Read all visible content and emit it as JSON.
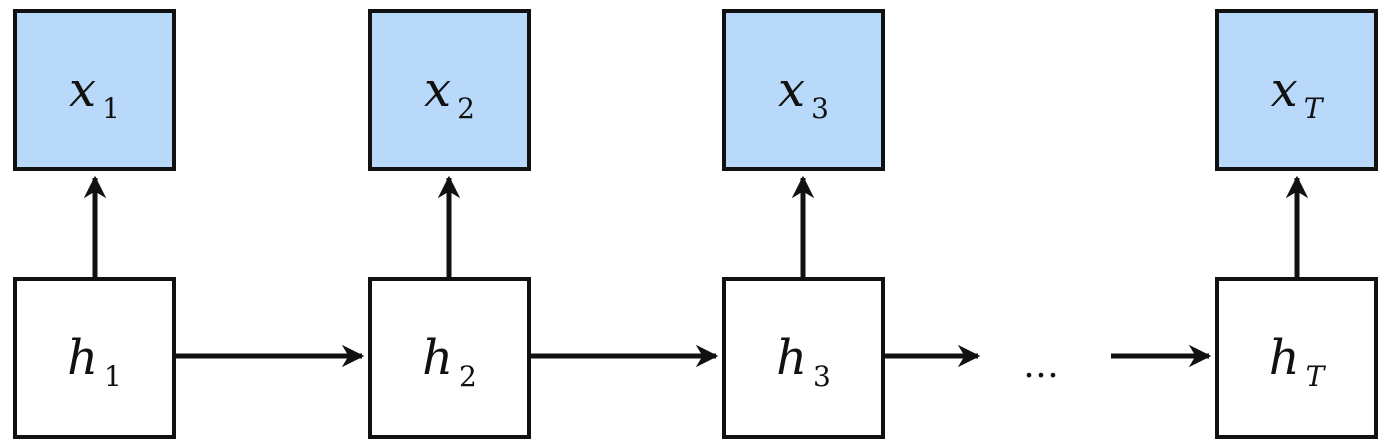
{
  "observations": [
    {
      "symbol": "x",
      "subscript": "1"
    },
    {
      "symbol": "x",
      "subscript": "2"
    },
    {
      "symbol": "x",
      "subscript": "3"
    },
    {
      "symbol": "x",
      "subscript": "T"
    }
  ],
  "hidden_states": [
    {
      "symbol": "h",
      "subscript": "1"
    },
    {
      "symbol": "h",
      "subscript": "2"
    },
    {
      "symbol": "h",
      "subscript": "3"
    },
    {
      "symbol": "h",
      "subscript": "T"
    }
  ],
  "ellipsis": "…",
  "colors": {
    "observation_fill": "#b9d9fb",
    "hidden_fill": "#ffffff",
    "stroke": "#111111"
  }
}
